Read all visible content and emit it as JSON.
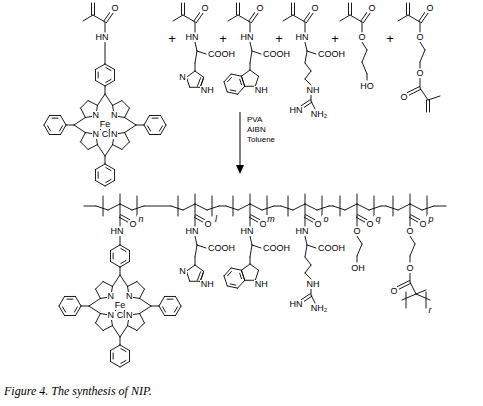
{
  "diagram": {
    "caption": "Figure 4. The synthesis of NIP.",
    "labels": [
      "O",
      "HN",
      "N",
      "N",
      "N",
      "N",
      "Fe",
      "Cl",
      "+",
      "O",
      "HN",
      "COOH",
      "N",
      "NH",
      "+",
      "O",
      "HN",
      "COOH",
      "NH",
      "+",
      "O",
      "HN",
      "COOH",
      "NH",
      "HN",
      "NH₂",
      "+",
      "O",
      "O",
      "HO",
      "+",
      "O",
      "O",
      "O",
      "O",
      "PVA",
      "AIBN",
      "Toluene",
      "O",
      "HN",
      "N",
      "N",
      "N",
      "N",
      "Fe",
      "Cl",
      "n",
      "O",
      "HN",
      "COOH",
      "N",
      "NH",
      "l",
      "O",
      "HN",
      "COOH",
      "NH",
      "m",
      "O",
      "HN",
      "COOH",
      "NH",
      "HN",
      "NH₂",
      "o",
      "O",
      "O",
      "OH",
      "q",
      "O",
      "O",
      "O",
      "O",
      "p",
      "r"
    ]
  }
}
